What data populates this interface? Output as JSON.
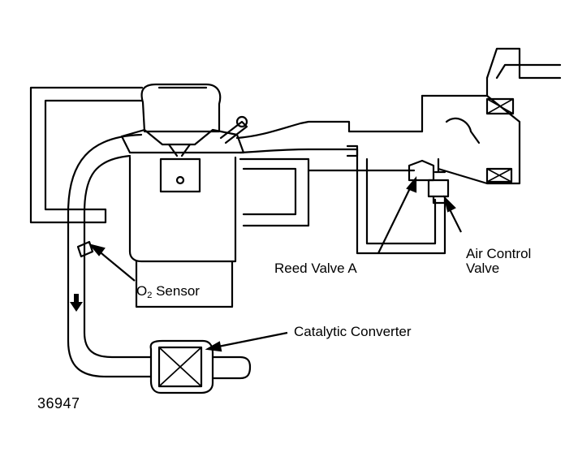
{
  "labels": {
    "air_control_line1": "Air Control",
    "air_control_line2": "Valve",
    "reed_valve": "Reed Valve A",
    "o2_prefix": "O",
    "o2_subscript": "2",
    "o2_suffix": "Sensor",
    "catalytic": "Catalytic Converter",
    "figure_id": "36947"
  },
  "colors": {
    "line": "#000000",
    "background": "#ffffff"
  }
}
